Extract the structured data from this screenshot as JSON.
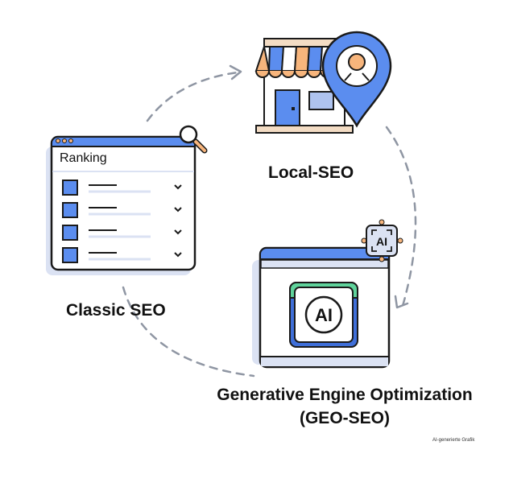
{
  "diagram": {
    "nodes": [
      {
        "id": "classic",
        "label": "Classic SEO",
        "card_title": "Ranking",
        "rows": 4
      },
      {
        "id": "local",
        "label": "Local-SEO"
      },
      {
        "id": "geo",
        "label": "Generative Engine Optimization (GEO-SEO)",
        "badge": "AI",
        "center_badge": "AI"
      }
    ],
    "edges": [
      {
        "from": "classic",
        "to": "local",
        "style": "dashed"
      },
      {
        "from": "local",
        "to": "geo",
        "style": "dashed"
      },
      {
        "from": "geo",
        "to": "classic",
        "style": "dashed"
      }
    ]
  },
  "labels": {
    "classic": "Classic SEO",
    "local": "Local-SEO",
    "geo_line1": "Generative Engine Optimization",
    "geo_line2": "(GEO-SEO)",
    "ranking": "Ranking",
    "ai_badge": "AI",
    "ai_center": "AI",
    "credit": "AI-generierte Grafik"
  },
  "colors": {
    "blue": "#5b8def",
    "orange": "#f7b57c",
    "green": "#5fd39b",
    "light_blue": "#dbe2f3",
    "dash": "#8f96a3",
    "outline": "#1a1a1a"
  }
}
